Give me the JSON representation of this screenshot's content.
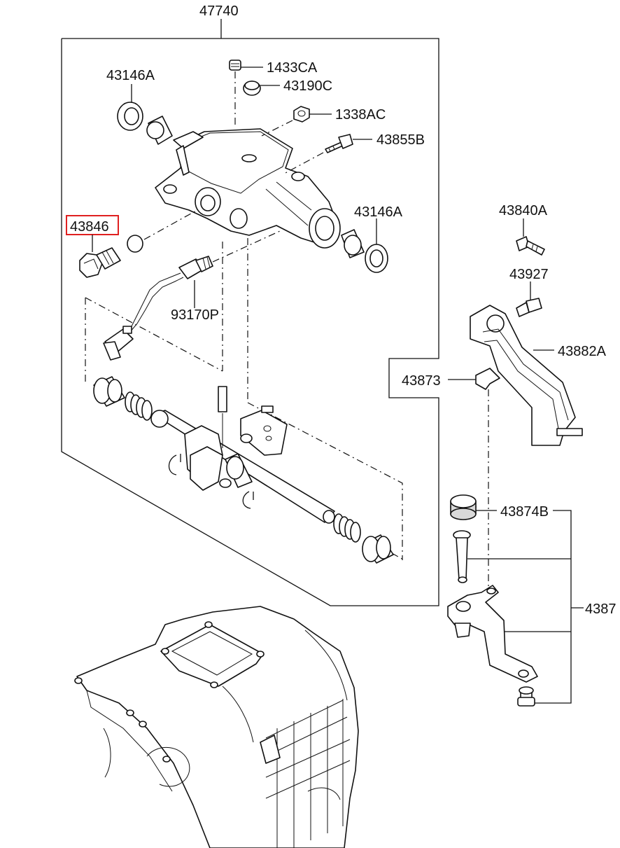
{
  "diagram": {
    "labels": {
      "assembly": "47740",
      "plug": "1433CA",
      "cap": "43190C",
      "nut": "1338AC",
      "bolt_top": "43855B",
      "seal_left": "43146A",
      "seal_right": "43146A",
      "sensor_highlighted": "43846",
      "switch": "93170P",
      "bolt_side": "43840A",
      "bolt_small": "43927",
      "lever_bracket": "43882A",
      "clip": "43873",
      "bushing": "43874B",
      "lever_assy": "4387"
    },
    "highlight_color": "#e02020"
  }
}
